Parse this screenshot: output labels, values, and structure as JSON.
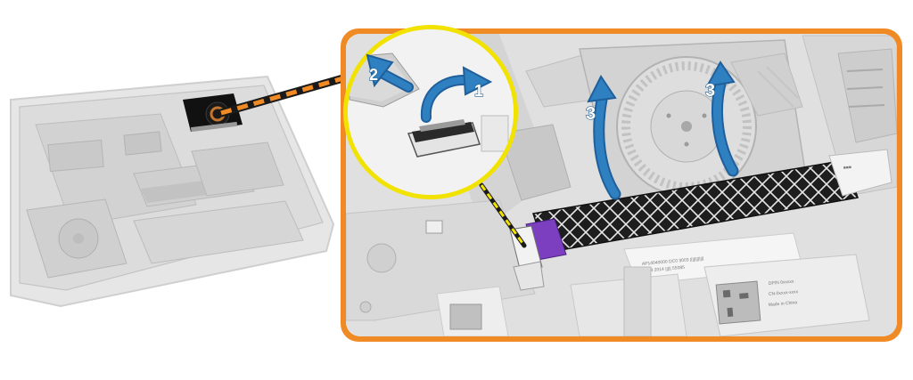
{
  "colors": {
    "accent_orange": "#f08a24",
    "callout_yellow": "#f2e200",
    "arrow_blue": "#2f80c0",
    "connector_purple": "#7b3fbf",
    "line_dark": "#2b2b2b"
  },
  "icons": {
    "arrow": "curved-arrow-icon",
    "fan": "fan-icon"
  },
  "steps": {
    "step1": "1",
    "step2": "2",
    "step3a": "3",
    "step3b": "3"
  }
}
